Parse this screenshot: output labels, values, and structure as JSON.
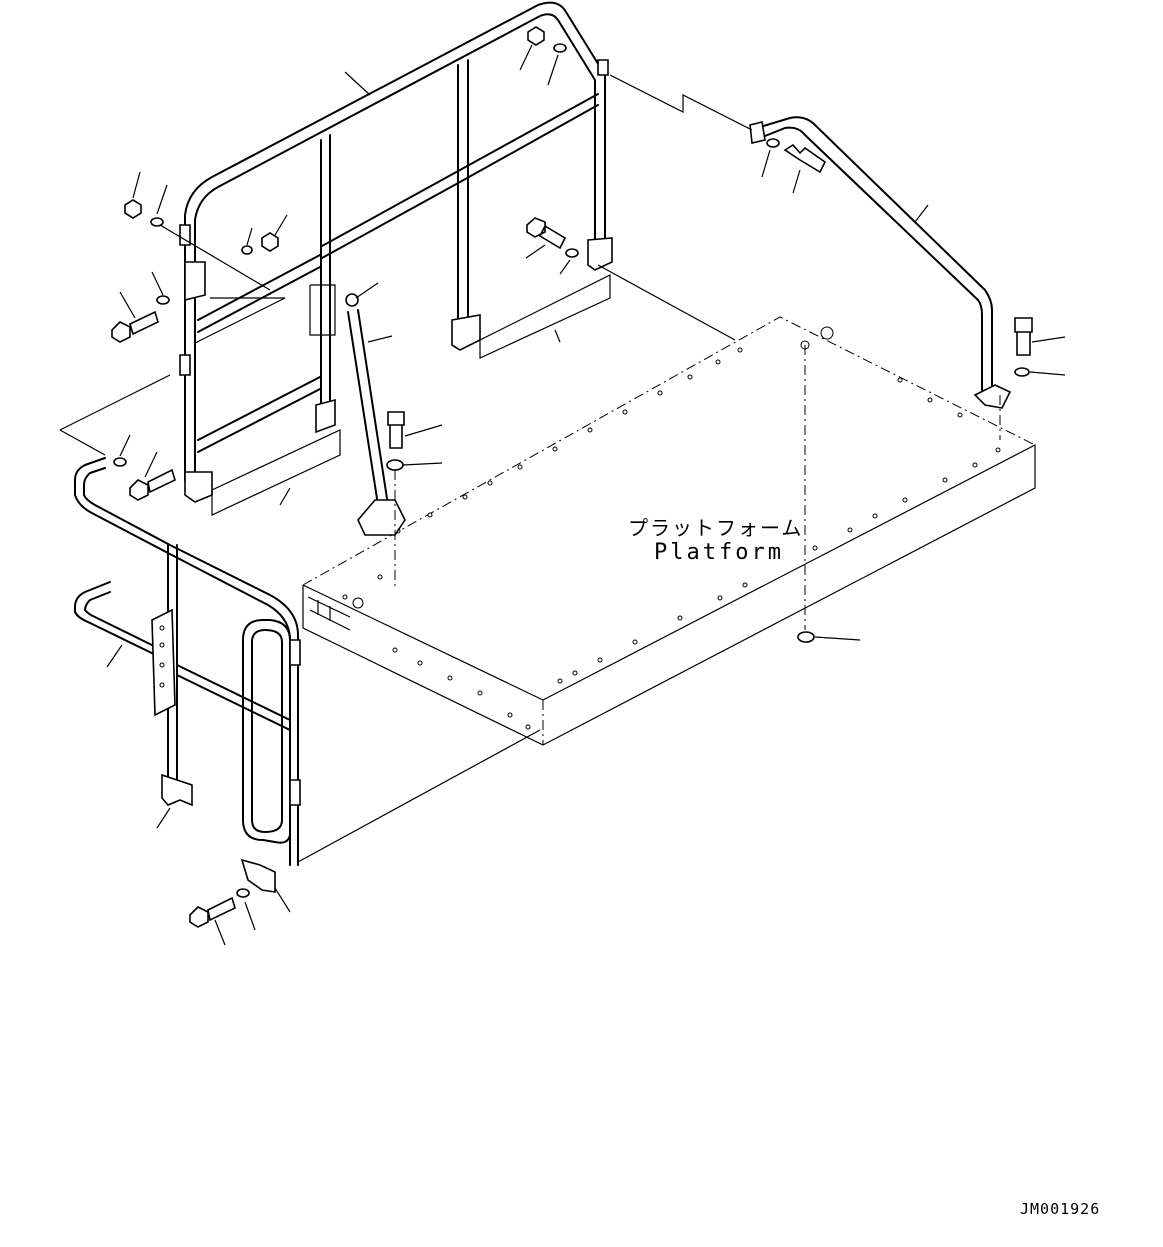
{
  "platform_label": {
    "japanese": "プラットフォーム",
    "english": "Platform"
  },
  "drawing_code": "JM001926"
}
